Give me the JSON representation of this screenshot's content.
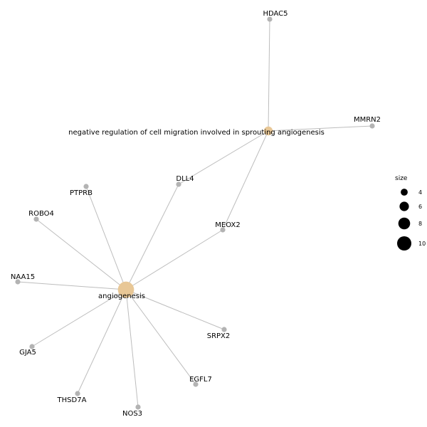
{
  "colors": {
    "background": "#ffffff",
    "edge": "#bdbdbd",
    "gene_node": "#b3b3b3",
    "term_node": "#e8c796",
    "legend_dot": "#000000",
    "text": "#000000"
  },
  "network": {
    "terms": [
      {
        "id": "neg_reg",
        "label": "negative regulation of cell migration involved in sprouting angiogenesis",
        "size": 5
      },
      {
        "id": "angio",
        "label": "angiogenesis",
        "size": 11
      }
    ],
    "genes": [
      {
        "id": "HDAC5",
        "label": "HDAC5"
      },
      {
        "id": "MMRN2",
        "label": "MMRN2"
      },
      {
        "id": "DLL4",
        "label": "DLL4"
      },
      {
        "id": "MEOX2",
        "label": "MEOX2"
      },
      {
        "id": "PTPRB",
        "label": "PTPRB"
      },
      {
        "id": "ROBO4",
        "label": "ROBO4"
      },
      {
        "id": "NAA15",
        "label": "NAA15"
      },
      {
        "id": "GJA5",
        "label": "GJA5"
      },
      {
        "id": "THSD7A",
        "label": "THSD7A"
      },
      {
        "id": "NOS3",
        "label": "NOS3"
      },
      {
        "id": "EGFL7",
        "label": "EGFL7"
      },
      {
        "id": "SRPX2",
        "label": "SRPX2"
      }
    ],
    "edges": [
      [
        "neg_reg",
        "HDAC5"
      ],
      [
        "neg_reg",
        "MMRN2"
      ],
      [
        "neg_reg",
        "DLL4"
      ],
      [
        "neg_reg",
        "MEOX2"
      ],
      [
        "angio",
        "DLL4"
      ],
      [
        "angio",
        "MEOX2"
      ],
      [
        "angio",
        "PTPRB"
      ],
      [
        "angio",
        "ROBO4"
      ],
      [
        "angio",
        "NAA15"
      ],
      [
        "angio",
        "GJA5"
      ],
      [
        "angio",
        "THSD7A"
      ],
      [
        "angio",
        "NOS3"
      ],
      [
        "angio",
        "EGFL7"
      ],
      [
        "angio",
        "SRPX2"
      ]
    ]
  },
  "legend": {
    "title": "size",
    "entries": [
      {
        "label": "4",
        "value": 4
      },
      {
        "label": "6",
        "value": 6
      },
      {
        "label": "8",
        "value": 8
      },
      {
        "label": "10",
        "value": 10
      }
    ]
  }
}
